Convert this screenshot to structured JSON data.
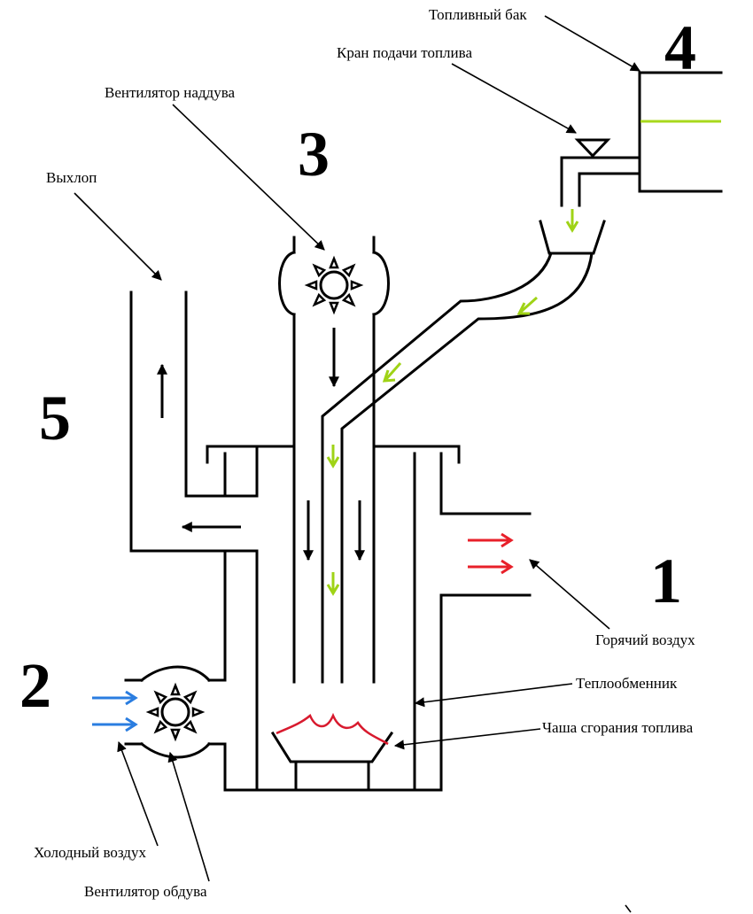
{
  "labels": {
    "fuel_tank": "Топливный бак",
    "fuel_valve": "Кран подачи топлива",
    "boost_fan": "Вентилятор наддува",
    "exhaust": "Выхлоп",
    "hot_air": "Горячий воздух",
    "heat_exchanger": "Теплообменник",
    "combustion_cup": "Чаша сгорания топлива",
    "cold_air": "Холодный воздух",
    "blower_fan": "Вентилятор обдува"
  },
  "numbers": {
    "n1": "1",
    "n2": "2",
    "n3": "3",
    "n4": "4",
    "n5": "5"
  },
  "colors": {
    "fuel_level": "#a8d81c",
    "fuel_arrows": "#9fd316",
    "hot_air_arrows": "#e8202a",
    "cold_air_arrows": "#2a7de0",
    "flame": "#d81a2e",
    "flow_arrows": "#000000"
  },
  "icons": {
    "fan": "fan-icon"
  }
}
